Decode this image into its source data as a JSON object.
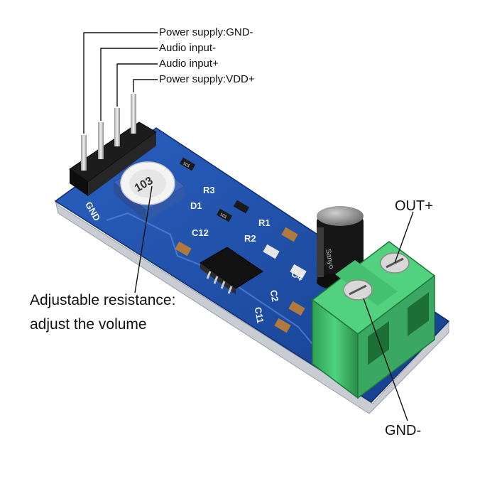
{
  "labels": {
    "power_gnd": "Power supply:GND-",
    "audio_in_neg": "Audio input-",
    "audio_in_pos": "Audio input+",
    "power_vdd": "Power supply:VDD+",
    "out_pos": "OUT+",
    "gnd_out": "GND-",
    "pot_line1": "Adjustable resistance:",
    "pot_line2": "adjust the volume"
  },
  "silkscreen": {
    "r3": "R3",
    "r1": "R1",
    "r2": "R2",
    "c12": "C12",
    "c4": "C4",
    "c2": "C2",
    "c11": "C11",
    "d1": "D1",
    "gnd": "GND",
    "pot_code": "103",
    "res_code": "101",
    "cap_text": "Sanyo"
  },
  "colors": {
    "pcb": "#1e4fa8",
    "terminal": "#3fc06a",
    "pot_body": "#4a78c8",
    "label_text": "#111111"
  }
}
